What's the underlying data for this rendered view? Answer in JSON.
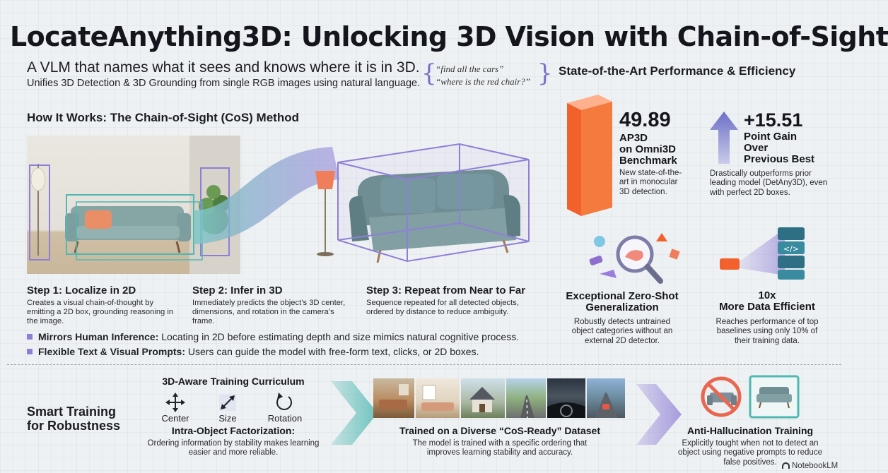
{
  "title": "LocateAnything3D: Unlocking 3D Vision with Chain-of-Sight",
  "subtitle": "A VLM that names what it sees and knows where it is in 3D.",
  "tagline": "Unifies 3D Detection & 3D Grounding from single RGB images using natural language.",
  "example_prompts": [
    "“find all the cars”",
    "“where is the red chair?”"
  ],
  "how_it_works": {
    "heading": "How It Works: The Chain-of-Sight (CoS) Method",
    "steps": [
      {
        "title": "Step 1: Localize in 2D",
        "desc": "Creates a visual chain-of-thought by emitting a 2D box, grounding reasoning in the image."
      },
      {
        "title": "Step 2: Infer in 3D",
        "desc": "Immediately predicts the object’s 3D center, dimensions, and rotation in the camera’s frame."
      },
      {
        "title": "Step 3: Repeat from Near to Far",
        "desc": "Sequence repeated for all detected objects, ordered by distance to reduce ambiguity."
      }
    ],
    "bullets": [
      {
        "bold": "Mirrors Human Inference:",
        "text": " Locating in 2D before estimating depth and size mimics natural cognitive process."
      },
      {
        "bold": "Flexible Text & Visual Prompts:",
        "text": " Users can guide the model with free-form text, clicks, or 2D boxes."
      }
    ]
  },
  "performance": {
    "heading": "State-of-the-Art Performance & Efficiency",
    "metric1": {
      "value": "49.89",
      "label_lines": [
        "AP3D",
        "on Omni3D",
        "Benchmark"
      ],
      "desc": "New state-of-the-art in monocular 3D detection."
    },
    "metric2": {
      "value": "+15.51",
      "label_lines": [
        "Point Gain",
        "Over",
        "Previous Best"
      ],
      "desc": "Drastically outperforms prior leading model (DetAny3D), even with perfect 2D boxes."
    },
    "metric3": {
      "label_lines": [
        "Exceptional Zero-Shot",
        "Generalization"
      ],
      "desc": "Robustly detects untrained object categories without an external 2D detector."
    },
    "metric4": {
      "label_lines": [
        "10x",
        "More Data Efficient"
      ],
      "desc": "Reaches performance of top baselines using only 10% of their training data."
    }
  },
  "training": {
    "heading_lines": [
      "Smart Training",
      "for Robustness"
    ],
    "curriculum_title": "3D-Aware Training Curriculum",
    "icons": [
      "Center",
      "Size",
      "Rotation"
    ],
    "factorization_title": "Intra-Object Factorization:",
    "factorization_desc": "Ordering information by stability makes learning easier and more reliable.",
    "dataset_title": "Trained on a Diverse “CoS-Ready” Dataset",
    "dataset_desc": "The model is trained with a specific ordering that improves learning stability and accuracy.",
    "anti_title": "Anti-Hallucination Training",
    "anti_desc": "Explicitly tought when not to detect an object using negative prompts to reduce false positives."
  },
  "watermark": "NotebookLM",
  "colors": {
    "accent_purple": "#8e7fd6",
    "bar_orange": "#f2602c",
    "arrow_blue": "#6d6fc8",
    "teal": "#4fb8b2",
    "red_x": "#e8674e"
  }
}
